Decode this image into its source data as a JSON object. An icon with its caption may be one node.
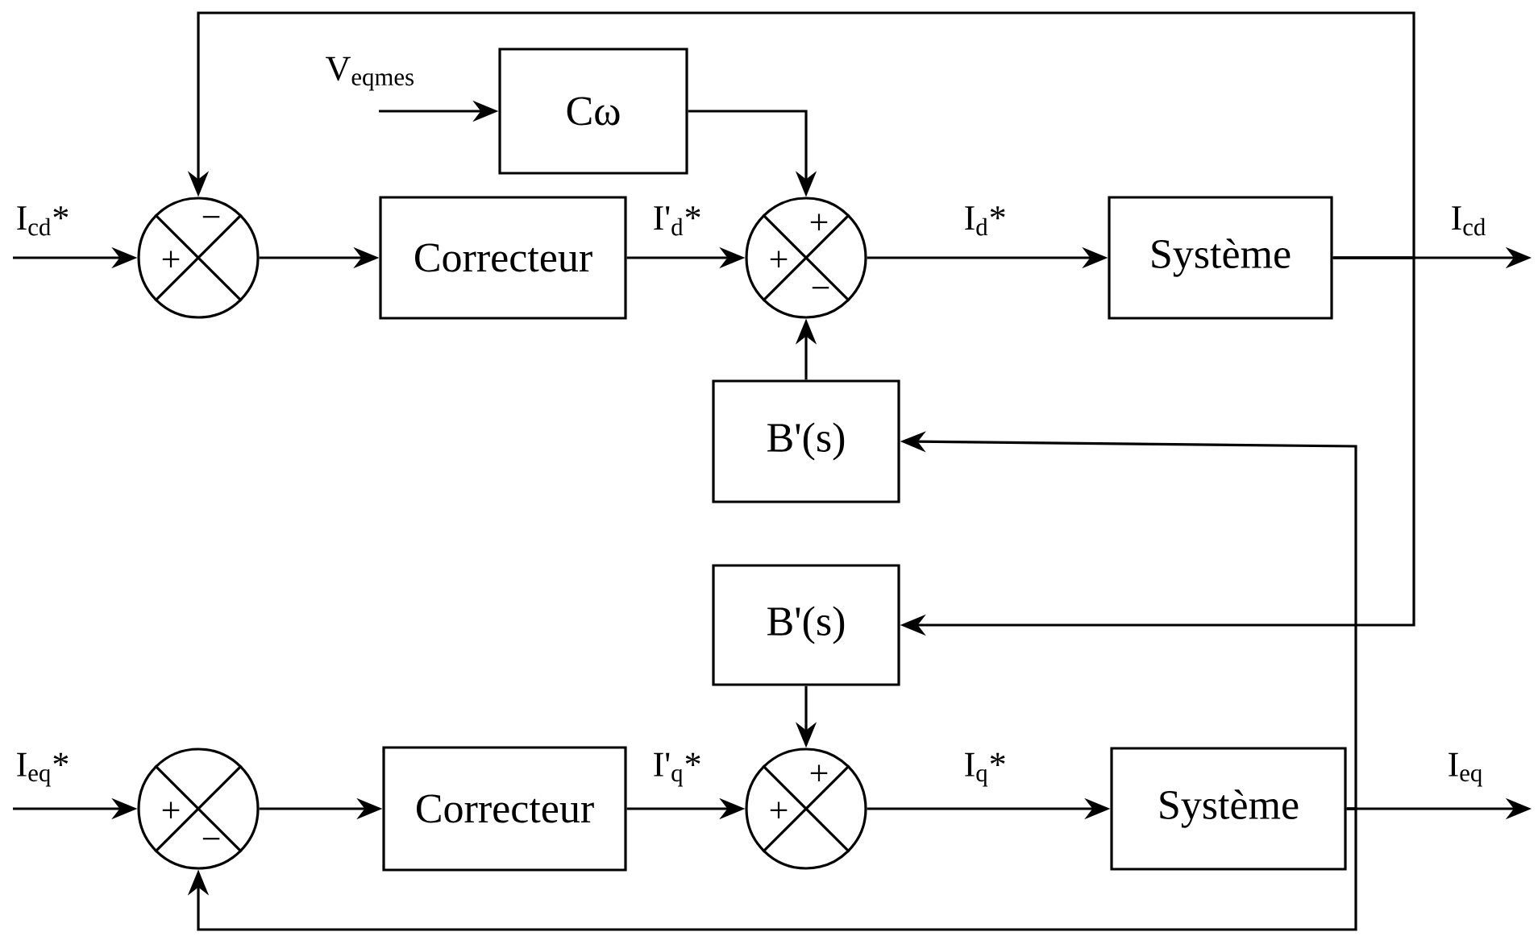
{
  "diagram": {
    "nodes": [
      {
        "text": [
          "+",
          "−"
        ]
      },
      {
        "text": [
          "Correcteur"
        ]
      },
      {
        "text": [
          "Cω"
        ]
      },
      {
        "text": [
          "+",
          "+",
          "−"
        ]
      },
      {
        "text": [
          "Système"
        ]
      },
      {
        "text": [
          "B'(s)"
        ]
      },
      {
        "text": [
          "B'(s)"
        ]
      },
      {
        "text": [
          "+",
          "−"
        ]
      },
      {
        "text": [
          "Correcteur"
        ]
      },
      {
        "text": [
          "+",
          "+"
        ]
      },
      {
        "text": [
          "Système"
        ]
      }
    ],
    "edges": [
      {
        "from": null,
        "to": 0,
        "arrow": "to",
        "label": "I$_{cd}$*"
      },
      {
        "from": 0,
        "to": 1,
        "arrow": "to"
      },
      {
        "from": 1,
        "to": 3,
        "arrow": "to",
        "label": "I'$_{d}$*"
      },
      {
        "from": null,
        "to": 2,
        "arrow": "to",
        "label": "V$_{eqmes}$"
      },
      {
        "from": 2,
        "to": 3,
        "arrow": "to"
      },
      {
        "from": 3,
        "to": 4,
        "arrow": "to",
        "label": "I$_{d}$*"
      },
      {
        "from": 4,
        "to": null,
        "arrow": "to",
        "label": "I$_{cd}$"
      },
      {
        "from": 4,
        "to": 0,
        "arrow": "to"
      },
      {
        "from": 4,
        "to": 6,
        "arrow": "to"
      },
      {
        "from": 5,
        "to": 3,
        "arrow": "to"
      },
      {
        "from": null,
        "to": 7,
        "arrow": "to",
        "label": "I$_{eq}$*"
      },
      {
        "from": 7,
        "to": 8,
        "arrow": "to"
      },
      {
        "from": 8,
        "to": 9,
        "arrow": "to",
        "label": "I'$_{q}$*"
      },
      {
        "from": 6,
        "to": 9,
        "arrow": "to"
      },
      {
        "from": 9,
        "to": 10,
        "arrow": "to",
        "label": "I$_{q}$*"
      },
      {
        "from": 10,
        "to": null,
        "arrow": "to",
        "label": "I$_{eq}$"
      },
      {
        "from": 10,
        "to": 7,
        "arrow": "to"
      },
      {
        "from": 10,
        "to": 5,
        "arrow": "to"
      }
    ]
  }
}
